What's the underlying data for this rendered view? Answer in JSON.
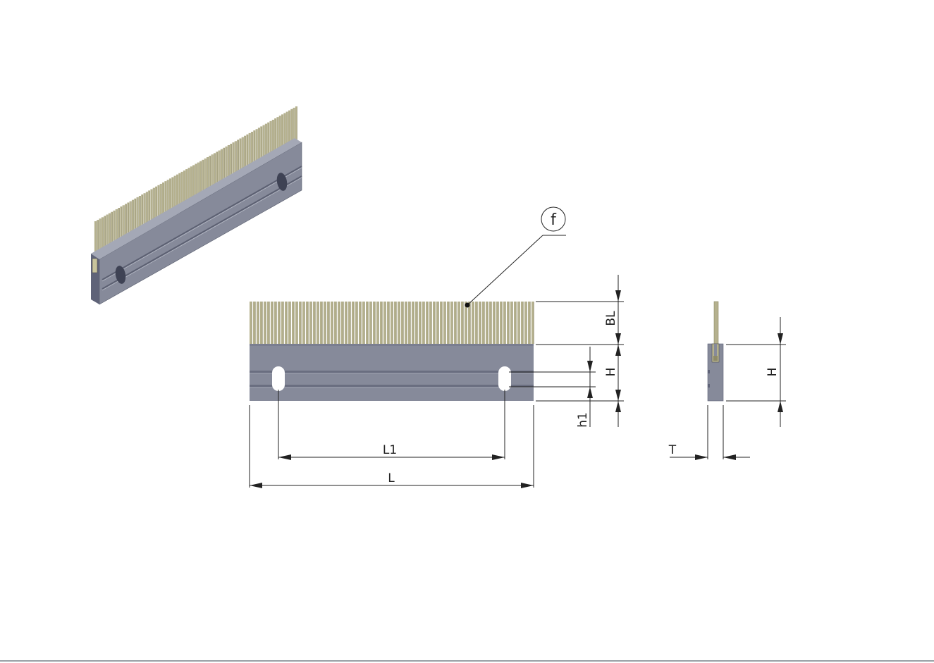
{
  "labels": {
    "balloon": "f",
    "bristle_length": "BL",
    "height_front": "H",
    "slot_height": "h1",
    "slot_spacing": "L1",
    "length": "L",
    "thickness": "T",
    "height_side": "H"
  },
  "colors": {
    "bristle": "#b5b18e",
    "bristle_dark": "#8e8a68",
    "body": "#868a9a",
    "body_dark": "#70748a",
    "body_side": "#5f6378",
    "body_top": "#a4a8b6",
    "groove": "#666a7c"
  },
  "icons": [
    "balloon-circle-icon",
    "leader-dot-icon"
  ]
}
